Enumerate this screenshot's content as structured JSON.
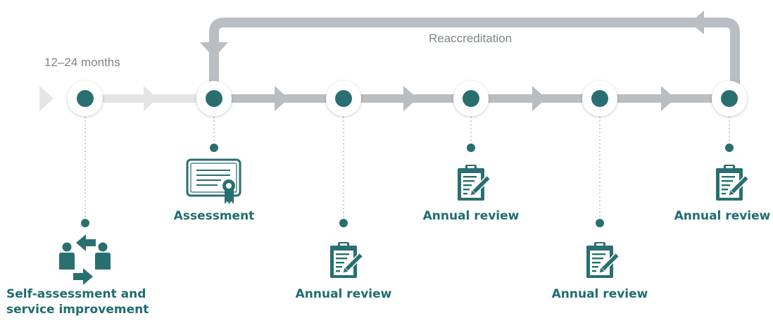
{
  "top_loop": {
    "label": "Reaccreditation"
  },
  "preparation": {
    "duration_label": "12–24 months"
  },
  "steps": [
    {
      "name": "self-assessment",
      "line1": "Self-assessment and",
      "line2": "service improvement",
      "icon": "people-cycle-icon"
    },
    {
      "name": "assessment",
      "label": "Assessment",
      "icon": "certificate-icon"
    },
    {
      "name": "annual-review-1",
      "label": "Annual review",
      "icon": "clipboard-icon"
    },
    {
      "name": "annual-review-2",
      "label": "Annual review",
      "icon": "clipboard-icon"
    },
    {
      "name": "annual-review-3",
      "label": "Annual review",
      "icon": "clipboard-icon"
    },
    {
      "name": "annual-review-4",
      "label": "Annual review",
      "icon": "clipboard-icon"
    }
  ],
  "colors": {
    "teal": "#2a6f70",
    "dark_teal": "#1f6d6e",
    "track_grey": "#b9bec3",
    "track_light": "#e3e5e6",
    "text_grey": "#7e858b",
    "dot_grey": "#9aa0a5"
  }
}
